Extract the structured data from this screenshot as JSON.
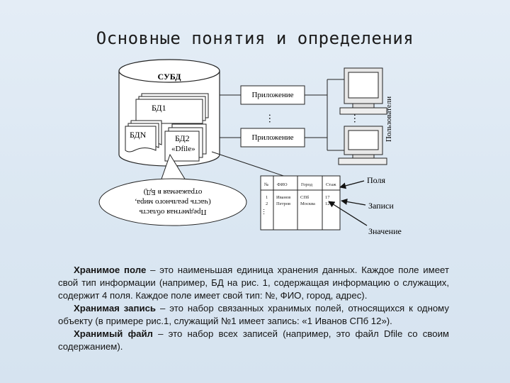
{
  "title": "Основные понятия и определения",
  "diagram": {
    "dbms_label": "СУБД",
    "db1_label": "БД1",
    "dbn_label": "БДN",
    "db2_label": "БД2",
    "dfile_label": "«Dfile»",
    "app_label_1": "Приложение",
    "app_label_2": "Приложение",
    "users_label": "Пользователи",
    "ellipsis": "…",
    "subject_area_lines": [
      "Предметная область",
      "(часть реального мира,",
      "отражаемая в БД)"
    ],
    "table": {
      "headers": [
        "№",
        "ФИО",
        "Город",
        "Стаж"
      ],
      "rows": [
        [
          "1",
          "Иванов",
          "СПб",
          "17"
        ],
        [
          "2",
          "Петров",
          "Москва",
          "12"
        ]
      ],
      "more": "…"
    },
    "callouts": {
      "fields": "Поля",
      "records": "Записи",
      "value": "Значение"
    }
  },
  "text": {
    "p1_term": "Хранимое поле",
    "p1_rest": " – это наименьшая единица хранения данных. Каждое поле имеет свой тип информации (например, БД на рис. 1, содержащая информацию о служащих, содержит 4 поля. Каждое поле имеет свой тип: №, ФИО, город, адрес).",
    "p2_term": "Хранимая запись",
    "p2_rest": " – это набор связанных хранимых полей, относящихся к одному объекту (в примере рис.1, служащий №1 имеет запись: «1 Иванов СПб 12»).",
    "p3_term": "Хранимый файл",
    "p3_rest": " – это набор всех записей (например, это файл Dfile со своим содержанием)."
  },
  "colors": {
    "background": "#dbe7f2",
    "line": "#1a1a1a",
    "panel": "#ffffff"
  }
}
